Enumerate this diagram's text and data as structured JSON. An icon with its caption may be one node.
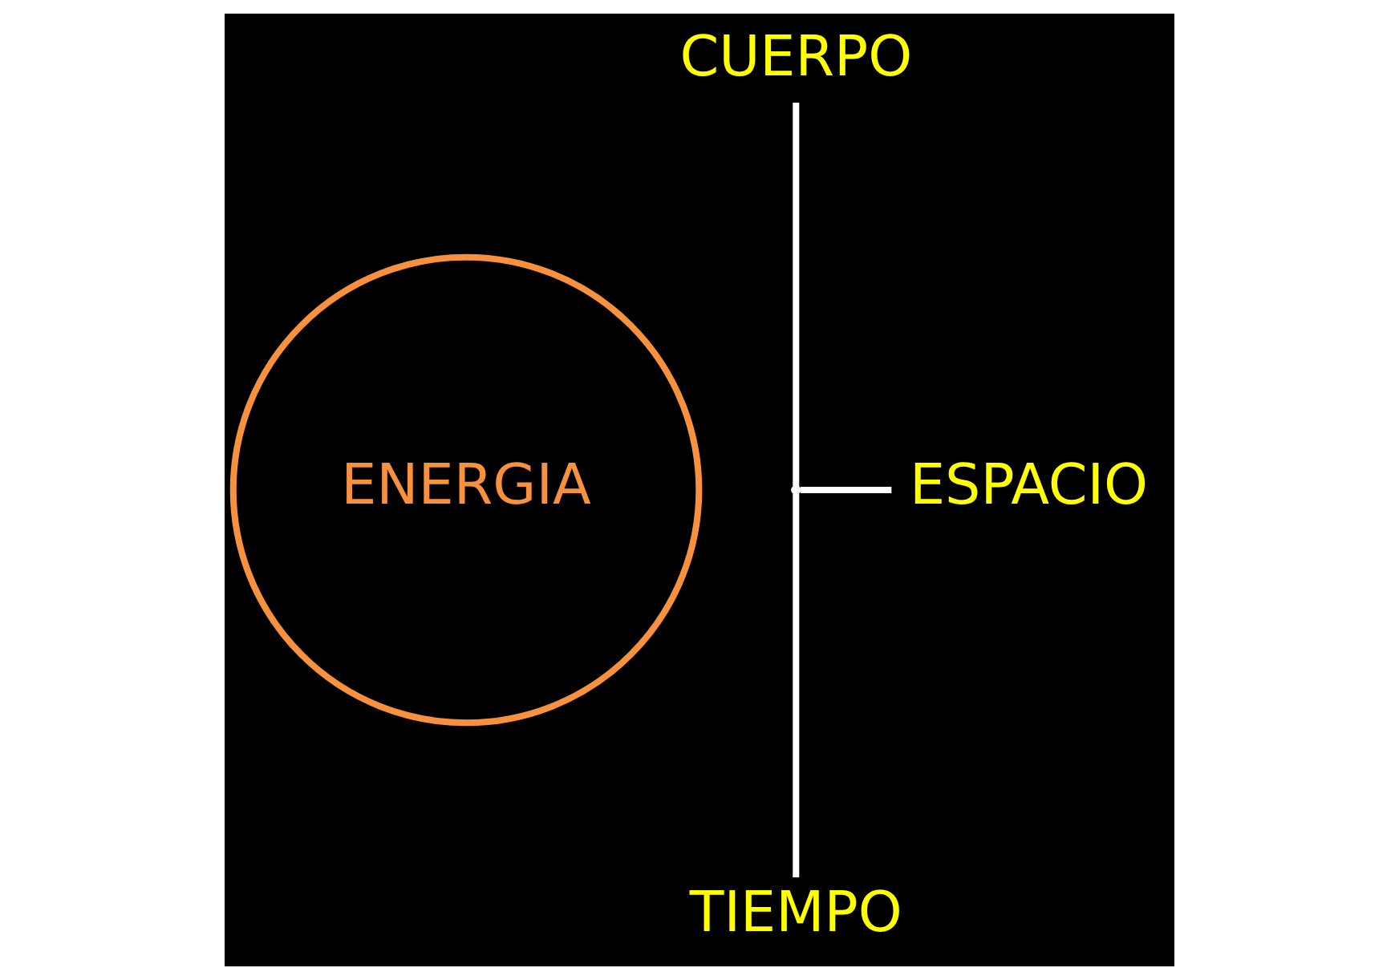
{
  "diagram": {
    "nodes": [
      {
        "text": [
          "ENERGIA"
        ]
      },
      {
        "text": [
          "CUERPO"
        ]
      },
      {
        "text": [
          "ESPACIO"
        ]
      },
      {
        "text": [
          "TIEMPO"
        ]
      },
      {
        "text": [],
        "shape": "point"
      }
    ],
    "edges": [
      {
        "from": 4,
        "to": 1,
        "arrow": "none"
      },
      {
        "from": 4,
        "to": 2,
        "arrow": "none"
      },
      {
        "from": 4,
        "to": 3,
        "arrow": "none"
      }
    ]
  }
}
